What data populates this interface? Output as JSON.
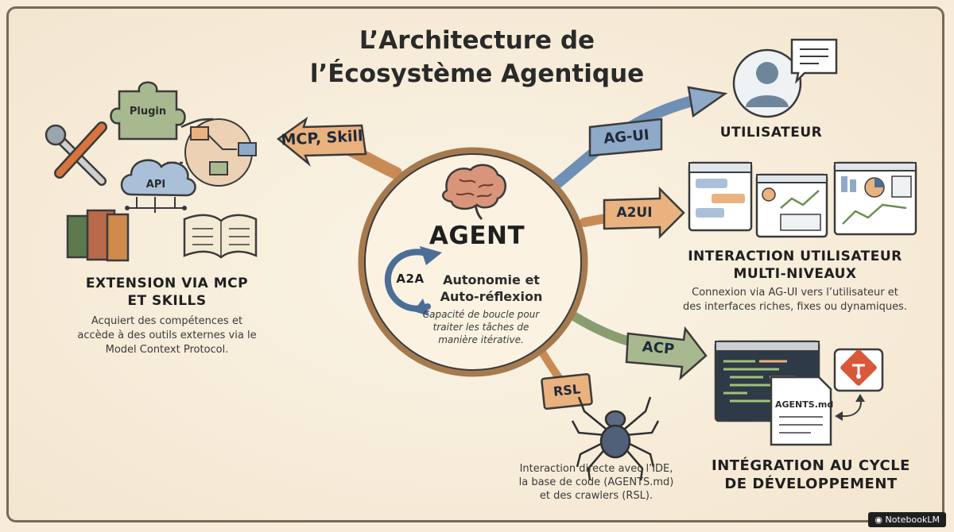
{
  "title": {
    "line1": "L’Architecture de",
    "line2": "l’Écosystème Agentique"
  },
  "agent": {
    "name": "AGENT",
    "loop_badge": "A2A",
    "heading_line1": "Autonomie et",
    "heading_line2": "Auto-réflexion",
    "desc_line1": "Capacité de boucle pour",
    "desc_line2": "traiter les tâches de",
    "desc_line3": "manière itérative."
  },
  "arrows": {
    "mcp": "MCP, Skill",
    "agui": "AG-UI",
    "a2ui": "A2UI",
    "acp": "ACP",
    "rsl": "RSL"
  },
  "extension": {
    "plugin_label": "Plugin",
    "api_label": "API",
    "heading_line1": "EXTENSION VIA MCP",
    "heading_line2": "ET SKILLS",
    "desc_line1": "Acquiert des compétences et",
    "desc_line2": "accède à des outils externes via le",
    "desc_line3": "Model Context Protocol."
  },
  "user": {
    "heading": "UTILISATEUR"
  },
  "interaction": {
    "heading_line1": "INTERACTION UTILISATEUR",
    "heading_line2": "MULTI-NIVEAUX",
    "desc_line1": "Connexion via AG-UI vers l’utilisateur et",
    "desc_line2": "des interfaces riches, fixes ou dynamiques."
  },
  "dev": {
    "file_label": "AGENTS.md",
    "heading_line1": "INTÉGRATION AU CYCLE",
    "heading_line2": "DE DÉVELOPPEMENT",
    "desc_line1": "Interaction directe avec l’IDE,",
    "desc_line2": "la base de code (AGENTS.md)",
    "desc_line3": "et des crawlers (RSL)."
  },
  "brand": "NotebookLM",
  "colors": {
    "arrow_orange": "#e9b27f",
    "arrow_blue": "#8fa9c9",
    "arrow_green": "#a8b98f",
    "outline": "#3b3b3b",
    "paper": "#f6ecd9"
  }
}
